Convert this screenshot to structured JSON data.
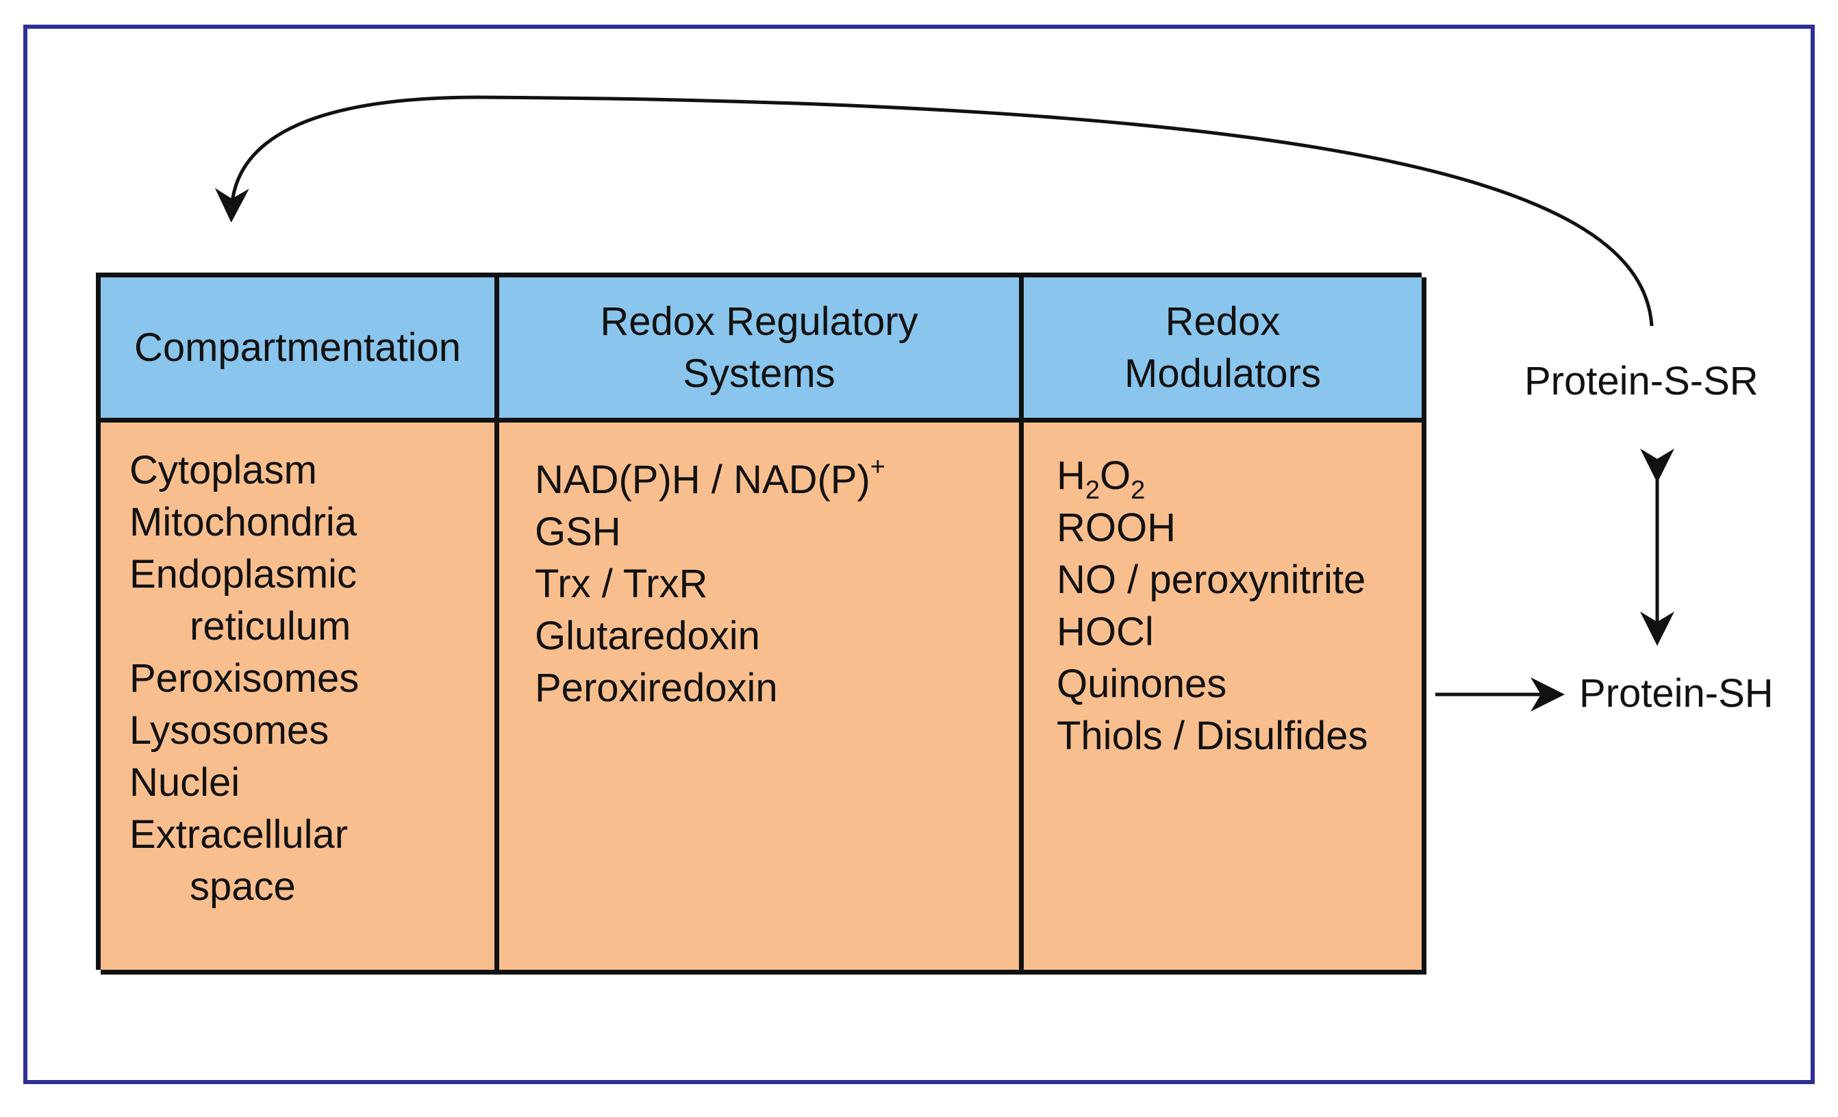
{
  "table": {
    "headers": {
      "compartmentation": "Compartmentation",
      "regulatory_line1": "Redox Regulatory",
      "regulatory_line2": "Systems",
      "modulators_line1": "Redox",
      "modulators_line2": "Modulators"
    },
    "compartments": [
      "Cytoplasm",
      "Mitochondria",
      "Endoplasmic",
      "reticulum",
      "Peroxisomes",
      "Lysosomes",
      "Nuclei",
      "Extracellular",
      "space"
    ],
    "regulatory_systems": {
      "nadph_pair": "NAD(P)H / NAD(P)",
      "nadph_sup": "+",
      "items": [
        "GSH",
        "Trx / TrxR",
        "Glutaredoxin",
        "Peroxiredoxin"
      ]
    },
    "modulators": {
      "h2o2": {
        "h": "H",
        "sub1": "2",
        "o": "O",
        "sub2": "2"
      },
      "items": [
        "ROOH",
        "NO / peroxynitrite",
        "HOCl",
        "Quinones",
        "Thiols / Disulfides"
      ]
    }
  },
  "side": {
    "protein_ssr": "Protein-S-SR",
    "protein_sh": "Protein-SH"
  },
  "colors": {
    "frame": "#2f2f96",
    "header_fill": "#89c5ec",
    "body_fill": "#f8be8d",
    "lines": "#111111"
  }
}
